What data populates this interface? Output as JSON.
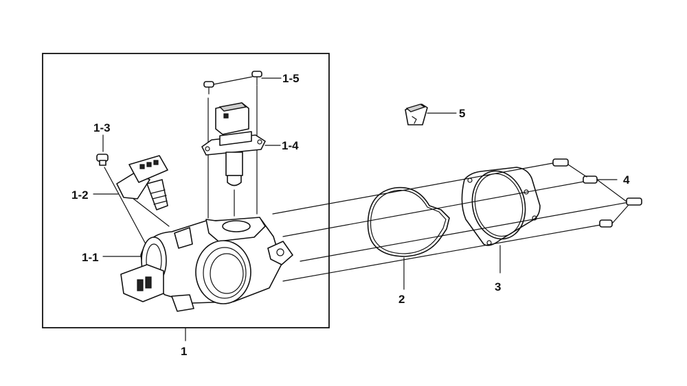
{
  "diagram": {
    "callouts": [
      {
        "id": "c1",
        "label": "1"
      },
      {
        "id": "c1-1",
        "label": "1-1"
      },
      {
        "id": "c1-2",
        "label": "1-2"
      },
      {
        "id": "c1-3",
        "label": "1-3"
      },
      {
        "id": "c1-4",
        "label": "1-4"
      },
      {
        "id": "c1-5",
        "label": "1-5"
      },
      {
        "id": "c2",
        "label": "2"
      },
      {
        "id": "c3",
        "label": "3"
      },
      {
        "id": "c4",
        "label": "4"
      },
      {
        "id": "c5",
        "label": "5"
      }
    ]
  }
}
